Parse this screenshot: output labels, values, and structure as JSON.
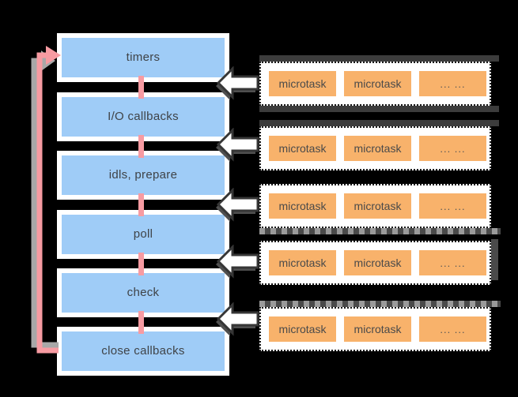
{
  "background": "#000000",
  "colors": {
    "background": "#000000",
    "phase_box_bg": "#ffffff",
    "phase_fill": "#9fccf7",
    "connector_pink": "#f79ba2",
    "loop_shadow": "#a8a8a8",
    "task_fill": "#f8b26b",
    "queue_bg": "#ffffff",
    "queue_border": "#1a1a1a",
    "arrow_fill": "#ffffff",
    "arrow_outline": "#363636",
    "arrow_shadow": "#4f4f4f",
    "shadow_dark": "#3c3c3c",
    "shadow_light": "#9a9a9a",
    "text": "#3f4347"
  },
  "event_loop": {
    "phases": [
      {
        "label": "timers"
      },
      {
        "label": "I/O callbacks"
      },
      {
        "label": "idls, prepare"
      },
      {
        "label": "poll"
      },
      {
        "label": "check"
      },
      {
        "label": "close callbacks"
      }
    ]
  },
  "queues": {
    "rows": [
      {
        "items": [
          "microtask",
          "microtask",
          "... ..."
        ]
      },
      {
        "items": [
          "microtask",
          "microtask",
          "... ..."
        ]
      },
      {
        "items": [
          "microtask",
          "microtask",
          "... ..."
        ]
      },
      {
        "items": [
          "microtask",
          "microtask",
          "... ..."
        ]
      },
      {
        "items": [
          "microtask",
          "microtask",
          "... ..."
        ]
      }
    ]
  },
  "icons": {
    "loop": "event-loop-arrow",
    "queue_to_phase": "left-block-arrow"
  }
}
